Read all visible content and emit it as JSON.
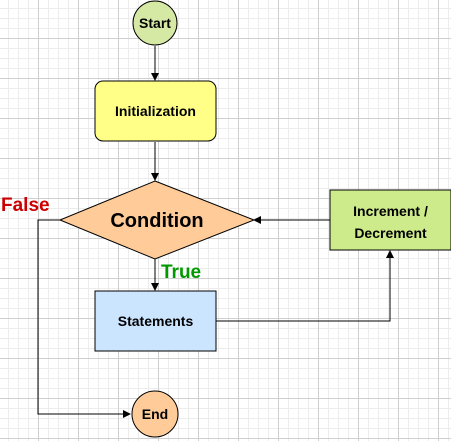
{
  "nodes": {
    "start": "Start",
    "init": "Initialization",
    "condition": "Condition",
    "increment_line1": "Increment /",
    "increment_line2": "Decrement",
    "statements": "Statements",
    "end": "End"
  },
  "labels": {
    "false": "False",
    "true": "True"
  },
  "colors": {
    "start_fill": "#d5e8a4",
    "init_fill": "#ffff88",
    "condition_fill": "#ffcc99",
    "increment_fill": "#cdeb8b",
    "statements_fill": "#cce5ff",
    "end_fill": "#ffcc99",
    "false_label": "#cc0000",
    "true_label": "#009900"
  }
}
